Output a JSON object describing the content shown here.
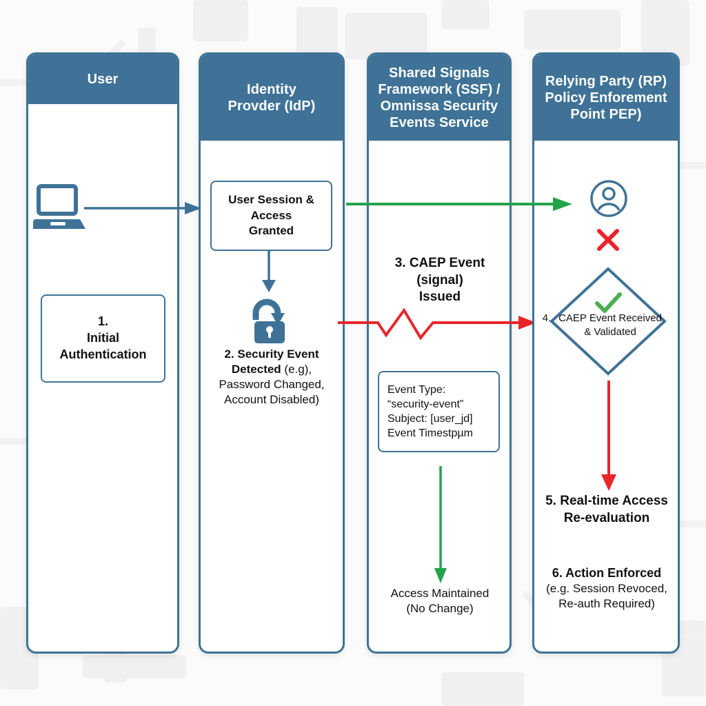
{
  "diagram": {
    "title_colors": {
      "lane_header_bg": "#3f7296",
      "lane_border": "#3f7296",
      "arrow_blue": "#3f7296",
      "arrow_green": "#22a34a",
      "arrow_red": "#e8262a",
      "check_green": "#4caf50",
      "cross_red": "#e8262a",
      "background": "#fbfbfb"
    }
  },
  "lanes": [
    {
      "id": "user",
      "header": "User"
    },
    {
      "id": "idp",
      "header": "Identity\nProvder (IdP)"
    },
    {
      "id": "ssf",
      "header": "Shared Signals\nFramework (SSF) /\nOmnissa Security\nEvents Service"
    },
    {
      "id": "rp",
      "header": "Relying Party (RP)\nPolicy Enforement\nPoint PEP)"
    }
  ],
  "user_lane": {
    "laptop_icon": "laptop-icon",
    "step1": "1.\nInitial\nAuthentication"
  },
  "idp_lane": {
    "session_box": "User Session &\nAccess\nGranted",
    "lock_icon": "open-lock-icon",
    "step2_bold": "2. Security Event\nDetected ",
    "step2_rest": "(e.g),\nPassword Changed,\nAccount Disabled)"
  },
  "ssf_lane": {
    "step3": "3. CAEP Event\n(signal)\nIssued",
    "payload_box": "Event Type:\n“security-event”\nSubject: [user_jd]\nEvent Timestpµm",
    "access_maintained": "Access Maintained\n(No Change)"
  },
  "rp_lane": {
    "person_icon": "person-avatar-icon",
    "cross_icon": "red-cross-icon",
    "check_icon": "green-check-icon",
    "step4_number": "4.",
    "step4_text": "CAEP Event Received\n& Validated",
    "step5": "5. Real-time Access\nRe-evaluation",
    "step6_bold": "6. Action Enforced",
    "step6_rest": "(e.g. Session Revoced,\nRe-auth Required)"
  },
  "connectors": [
    {
      "name": "user-to-idp-arrow",
      "color": "#3f7296",
      "style": "straight"
    },
    {
      "name": "session-to-lock-arrow",
      "color": "#3f7296",
      "style": "straight-down"
    },
    {
      "name": "idp-to-rp-green-arrow",
      "color": "#22a34a",
      "style": "straight"
    },
    {
      "name": "caep-event-red-arrow",
      "color": "#e8262a",
      "style": "zigzag"
    },
    {
      "name": "payload-down-green-arrow",
      "color": "#22a34a",
      "style": "straight-down"
    },
    {
      "name": "diamond-to-step5-arrow",
      "color": "#e8262a",
      "style": "straight-down"
    }
  ]
}
